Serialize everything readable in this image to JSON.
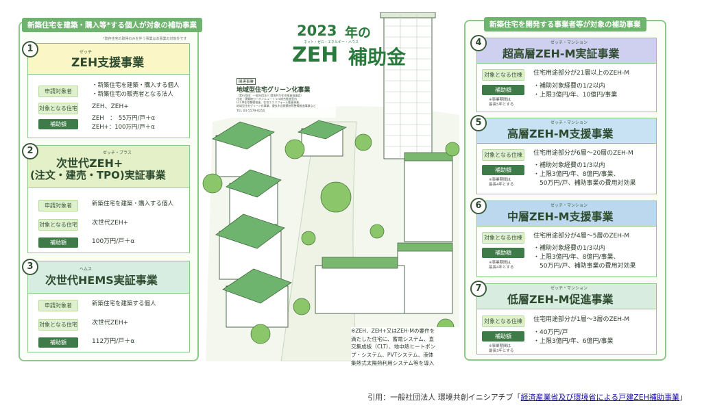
{
  "left_panel": {
    "title": "新築住宅を建築・購入等*する個人が対象の補助事業",
    "note": "*既存住宅の取得のみを伴う事業は本事業の対象外です",
    "cards": [
      {
        "num": "1",
        "ruby": "ゼッチ",
        "title": "ZEH支援事業",
        "rows": [
          {
            "label": "申請対象者",
            "value": "・新築住宅を建築・購入する個人\n・新築住宅の販売者となる法人"
          },
          {
            "label": "対象となる住宅",
            "value": "ZEH、ZEH+"
          },
          {
            "label": "補助額",
            "value": "ZEH　：　55万円/戸＋α\nZEH+：100万円/戸＋α"
          }
        ]
      },
      {
        "num": "2",
        "ruby": "ゼッチ・プラス",
        "title": "次世代ZEH+",
        "title2": "(注文・建売・TPO)実証事業",
        "rows": [
          {
            "label": "申請対象者",
            "value": "新築住宅を建築・購入する個人"
          },
          {
            "label": "対象となる住宅",
            "value": "次世代ZEH+"
          },
          {
            "label": "補助額",
            "value": "100万円/戸＋α"
          }
        ]
      },
      {
        "num": "3",
        "ruby": "ヘムス",
        "title": "次世代HEMS実証事業",
        "rows": [
          {
            "label": "申請対象者",
            "value": "新築住宅を建築する個人"
          },
          {
            "label": "対象となる住宅",
            "value": "次世代ZEH+"
          },
          {
            "label": "補助額",
            "value": "112万円/戸＋α"
          }
        ]
      }
    ]
  },
  "center": {
    "year": "2023",
    "nen": "年の",
    "ruby": "ネット・ゼロ・エネルギー・ハウス",
    "title_main": "ZEH",
    "title_sub": "補助金",
    "greenhouse_tag": "関連事業",
    "greenhouse_title": "地域型住宅グリーン化事業",
    "greenhouse_desc": "（実行団体：一般社団法人 環境共生住宅推進協議会）\n住宅・建築物カーボンニュートラル総合推進室内\nLCCM住宅整備推進、住宅エコリフォーム推進事業、\n地域型住宅グリーン化事業、優良木造建築物等整備推進事業など",
    "greenhouse_tel": "TEL 03-5579-8250",
    "footnote": "※ZEH、ZEH+又はZEH-Mの要件を\n満たした住宅に、蓄電システム、直\n交集成板（CLT）、地中熱ヒートポン\nプ・システム、PVTシステム、液体\n集熱式太陽熱利用システム等を導入\nする場合、補助額を加算します。"
  },
  "right_panel": {
    "title": "新築住宅を開発する事業者等が対象の補助事業",
    "cards": [
      {
        "num": "4",
        "ruby": "ゼッチ・マンション",
        "title": "超高層ZEH-M実証事業",
        "rows": [
          {
            "label": "対象となる住棟",
            "value": "住宅用途部分が21層以上のZEH-M"
          },
          {
            "label": "補助額",
            "value": "・補助対象経費の1/2以内\n・上限3億円/年、10億円/事業"
          }
        ],
        "note": "※事業期間は\n最長5年とする"
      },
      {
        "num": "5",
        "ruby": "ゼッチ・マンション",
        "title": "高層ZEH-M支援事業",
        "rows": [
          {
            "label": "対象となる住棟",
            "value": "住宅用途部分が6層〜20層のZEH-M"
          },
          {
            "label": "補助額",
            "value": "・補助対象経費の1/3以内\n・上限3億円/年、8億円/事業、\n　50万円/戸、補助事業の費用対効果"
          }
        ],
        "note": "※事業期間は\n最長4年とする"
      },
      {
        "num": "6",
        "ruby": "ゼッチ・マンション",
        "title": "中層ZEH-M支援事業",
        "rows": [
          {
            "label": "対象となる住棟",
            "value": "住宅用途部分が4層〜5層のZEH-M"
          },
          {
            "label": "補助額",
            "value": "・補助対象経費の1/3以内\n・上限3億円/年、8億円/事業、\n　50万円/戸、補助事業の費用対効果"
          }
        ],
        "note": "※事業期間は\n最長4年とする"
      },
      {
        "num": "7",
        "ruby": "ゼッチ・マンション",
        "title": "低層ZEH-M促進事業",
        "rows": [
          {
            "label": "対象となる住棟",
            "value": "住宅用途部分が1層〜3層のZEH-M"
          },
          {
            "label": "補助額",
            "value": "・40万円/戸\n・上限3億円/年、6億円/事業"
          }
        ],
        "note": "※事業期間は\n最長3年とする"
      }
    ]
  },
  "caption": {
    "prefix": "引用：一般社団法人 環境共創イニシアチブ「",
    "link": "経済産業省及び環境省による戸建ZEH補助事業",
    "suffix": "」"
  },
  "colors": {
    "panel_green": "#6fb46e",
    "card4_head": "#cfd0ef",
    "card5_head": "#c9e2f3",
    "card6_head": "#bcd8ee",
    "card7_head": "#d8ece0",
    "card1_head": "#fbf6c6",
    "card2_head": "#e3f0c8",
    "card3_head": "#d7ede2"
  }
}
